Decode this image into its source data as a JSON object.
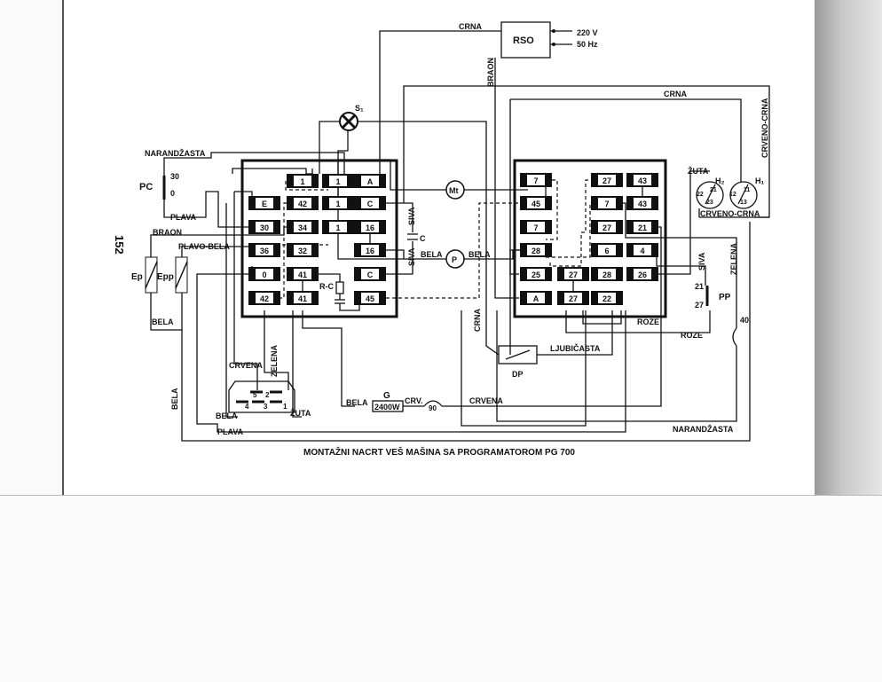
{
  "page_number": "152",
  "title": "MONTAŽNI NACRT VEŠ MAŠINA SA PROGRAMATOROM PG 700",
  "supply": {
    "box": "RSO",
    "voltage": "220 V",
    "frequency": "50 Hz"
  },
  "components": {
    "lamp": "S₁",
    "motor_timer": "Mt",
    "pump": "P",
    "capacitor": "C",
    "rc": "R-C",
    "switch_pc": "PC",
    "pc_pos_30": "30",
    "pc_pos_0": "0",
    "ep": "Ep",
    "epp": "Epp",
    "heater": "G",
    "heater_power": "2400W",
    "thermostat": "90",
    "dp": "DP",
    "pp": "PP",
    "pp_21": "21",
    "pp_27": "27",
    "th40": "40",
    "h1": "H₁",
    "h2": "H₂",
    "h2_pins": [
      "22",
      "21",
      "23"
    ],
    "h1_pins": [
      "12",
      "11",
      "13"
    ],
    "motor_pins": [
      "5",
      "2",
      "4",
      "3",
      "1"
    ]
  },
  "wire_labels": {
    "crna_top": "CRNA",
    "braon_v": "BRAON",
    "crna_2": "CRNA",
    "crveno_crna_v": "CRVENO-CRNA",
    "narandzasta": "NARANDŽASTA",
    "plava": "PLAVA",
    "braon": "BRAON",
    "plavo_bela": "PLAVO-BELA",
    "bela_left": "BELA",
    "siva_1": "SIVA",
    "siva_2": "SIVA",
    "bela_p1": "BELA",
    "bela_p2": "BELA",
    "zuta": "ŽUTA",
    "crveno_crna": "CRVENO-CRNA",
    "siva_r": "SIVA",
    "zelena_r": "ZELENA",
    "roze_1": "ROZE",
    "roze_2": "ROZE",
    "crna_v": "CRNA",
    "ljubicasta": "LJUBIČASTA",
    "crvena_m": "CRVENA",
    "zelena_m": "ZELENA",
    "bela_m": "BELA",
    "zuta_m": "ŽUTA",
    "plava_m": "PLAVA",
    "bela_v": "BELA",
    "bela_g": "BELA",
    "crv": "CRV.",
    "crvena_g": "CRVENA",
    "narandzasta_b": "NARANDŽASTA"
  },
  "left_block": {
    "columns": [
      [
        null,
        "E",
        "30",
        "36",
        "0",
        "42"
      ],
      [
        "1",
        "42",
        "34",
        "32",
        "41",
        "41"
      ],
      [
        "1",
        "1",
        "1",
        null,
        null,
        null
      ],
      [
        "A",
        "C",
        "16",
        "16",
        "C",
        "45"
      ]
    ]
  },
  "right_block": {
    "columns": [
      [
        "7",
        "45",
        "7",
        "28",
        "25",
        "A"
      ],
      [
        null,
        null,
        null,
        null,
        "27",
        "27"
      ],
      [
        "27",
        "7",
        "27",
        "6",
        "28",
        "22"
      ],
      [
        "43",
        "43",
        "21",
        "4",
        "26",
        null
      ]
    ]
  }
}
